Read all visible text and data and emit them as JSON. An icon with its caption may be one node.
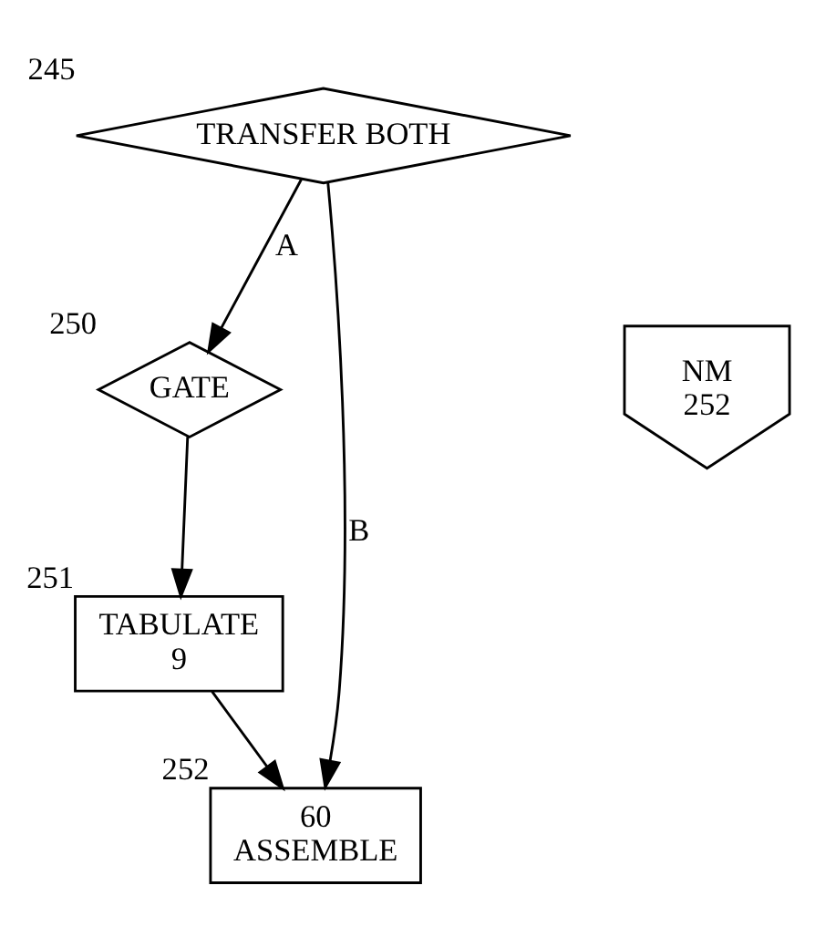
{
  "diagram": {
    "nodes": [
      {
        "text": [
          "TRANSFER BOTH"
        ],
        "beside": [
          "245"
        ]
      },
      {
        "text": [
          "GATE"
        ],
        "beside": [
          "250"
        ]
      },
      {
        "text": [
          "NM",
          "252"
        ]
      },
      {
        "text": [
          "TABULATE",
          "9"
        ],
        "beside": [
          "251"
        ]
      },
      {
        "text": [
          "60",
          "ASSEMBLE"
        ],
        "beside": [
          "252"
        ]
      }
    ],
    "edges": [
      {
        "from": 0,
        "to": 1,
        "arrow": "to",
        "label": "A"
      },
      {
        "from": 0,
        "to": 4,
        "arrow": "to",
        "label": "B"
      },
      {
        "from": 1,
        "to": 3,
        "arrow": "to"
      },
      {
        "from": 3,
        "to": 4,
        "arrow": "to"
      }
    ]
  }
}
